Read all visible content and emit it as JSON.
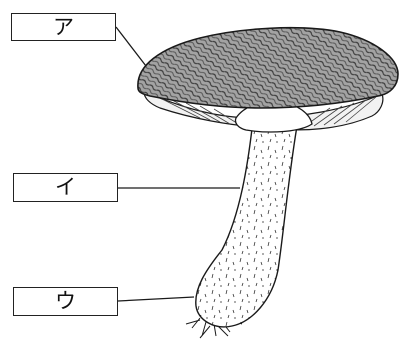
{
  "labels": {
    "cap": "ア",
    "stem": "イ",
    "base": "ウ"
  },
  "colors": {
    "ink": "#1a1a1a",
    "cap_fill": "#9a9a9a",
    "paper": "#ffffff"
  }
}
